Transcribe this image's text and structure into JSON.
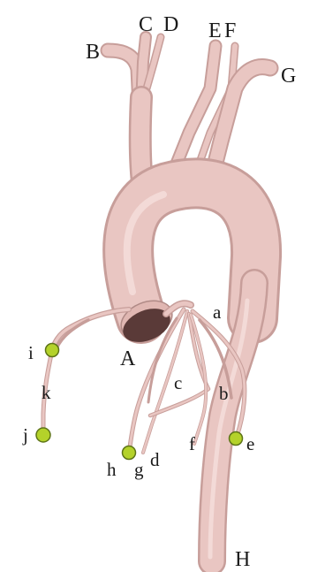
{
  "figure": {
    "colors": {
      "vessel_fill": "#e9c6c2",
      "vessel_shade": "#c79e9a",
      "vessel_dark": "#5a3a38",
      "marker_fill": "#b4d22a",
      "marker_stroke": "#5e7418",
      "label_color": "#1a1a1a",
      "background": "#ffffff"
    },
    "labels": {
      "A": "A",
      "B": "B",
      "C": "C",
      "D": "D",
      "E": "E",
      "F": "F",
      "G": "G",
      "H": "H",
      "a": "a",
      "b": "b",
      "c": "c",
      "d": "d",
      "e": "e",
      "f": "f",
      "g": "g",
      "h": "h",
      "i": "i",
      "j": "j",
      "k": "k"
    },
    "markers": [
      "i",
      "j",
      "h",
      "e"
    ]
  }
}
